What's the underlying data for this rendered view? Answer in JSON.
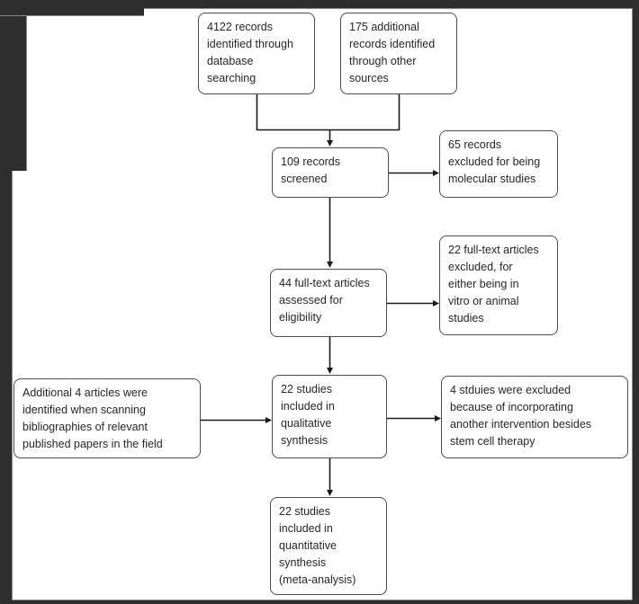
{
  "boxes": {
    "db_search": {
      "label": "4122 records\nidentified through\ndatabase\nsearching"
    },
    "other_sources": {
      "label": "175 additional\nrecords identified\nthrough other\nsources"
    },
    "screened": {
      "label": "109 records\nscreened"
    },
    "excluded_molecular": {
      "label": "65 records\nexcluded for being\nmolecular studies"
    },
    "fulltext_assessed": {
      "label": "44 full-text articles\nassessed for\neligibility"
    },
    "fulltext_excluded": {
      "label": "22 full-text articles\nexcluded, for\neither being in\nvitro or animal\nstudies"
    },
    "bibliography": {
      "label": "Additional 4 articles were\nidentified when scanning\nbibliographies of relevant\npublished papers in the field"
    },
    "qualitative": {
      "label": "22 studies\nincluded in\nqualitative\nsynthesis"
    },
    "excluded_intervention": {
      "label": "4 stduies were excluded\nbecause of incorporating\nanother intervention besides\nstem cell therapy"
    },
    "quantitative": {
      "label": "22 studies\nincluded in\nquantitative\nsynthesis\n(meta-analysis)"
    }
  },
  "colors": {
    "frame": "#2e2e2e",
    "panel_edge": "#8a8a8a",
    "box_border": "#4d4d4d",
    "connector": "#1a1a1a",
    "text": "#262626",
    "background": "#ffffff"
  }
}
